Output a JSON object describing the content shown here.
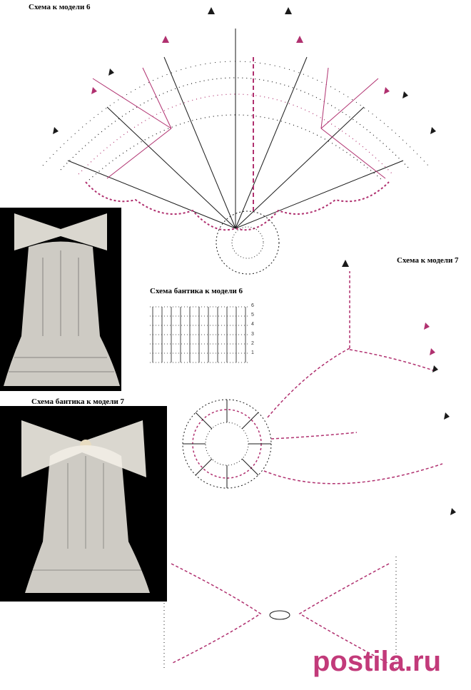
{
  "titles": {
    "model6": "Схема к модели 6",
    "model7": "Схема к модели 7",
    "bow6": "Схема бантика к модели 6",
    "bow7": "Схема бантика к модели 7"
  },
  "bow6_row_numbers": [
    "6",
    "5",
    "4",
    "3",
    "2",
    "1"
  ],
  "watermark": "postila.ru",
  "colors": {
    "ink": "#1a1a1a",
    "accent": "#b0306f",
    "watermark": "#c23a7a",
    "photo_bg": "#000000",
    "lace": "#f2eee6"
  }
}
